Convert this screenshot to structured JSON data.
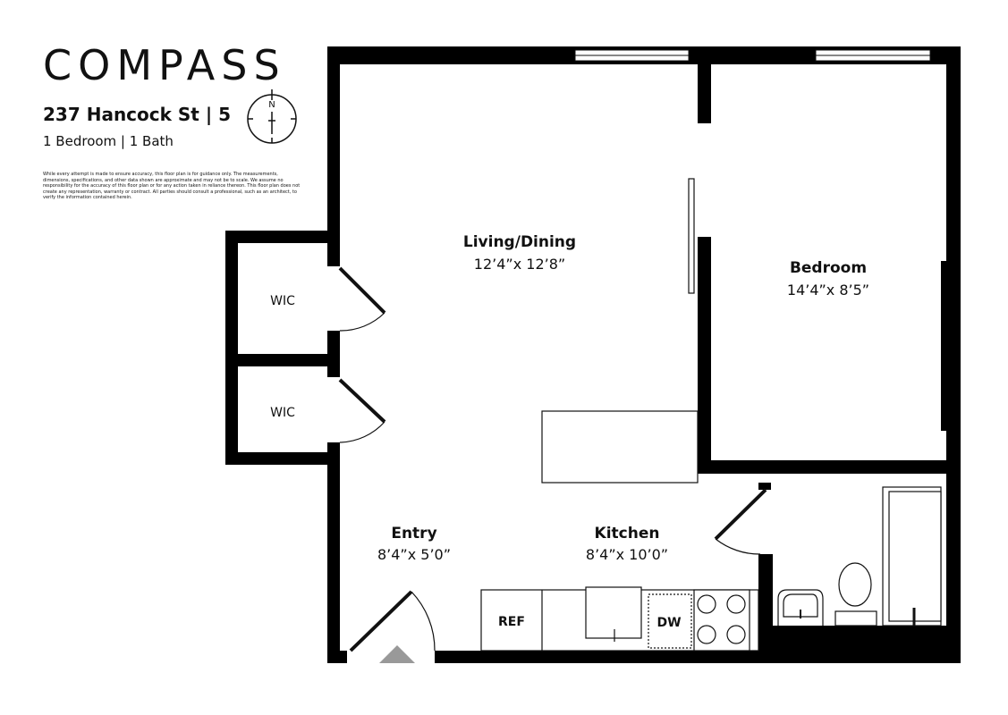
{
  "brand": "COMPASS",
  "address": "237 Hancock St | 5",
  "summary": "1 Bedroom | 1 Bath",
  "disclaimer": "While every attempt is made to ensure accuracy, this floor plan is for guidance only. The measurements, dimensions, specifications, and other data shown are approximate and may not be to scale. We assume no responsibility for the accuracy of this floor plan or for any action taken in reliance thereon. This floor plan does not create any representation, warranty or contract. All parties should consult a professional, such as an architect, to verify the information contained herein.",
  "compass": {
    "north": "N",
    "icon": "compass-icon"
  },
  "rooms": {
    "living": {
      "name": "Living/Dining",
      "dims": "12’4”x 12’8”"
    },
    "bedroom": {
      "name": "Bedroom",
      "dims": "14’4”x 8’5”"
    },
    "wic1": {
      "name": "WIC"
    },
    "wic2": {
      "name": "WIC"
    },
    "entry": {
      "name": "Entry",
      "dims": "8’4”x 5’0”"
    },
    "kitchen": {
      "name": "Kitchen",
      "dims": "8’4”x 10’0”"
    }
  },
  "appliances": {
    "ref": "REF",
    "dw": "DW"
  }
}
